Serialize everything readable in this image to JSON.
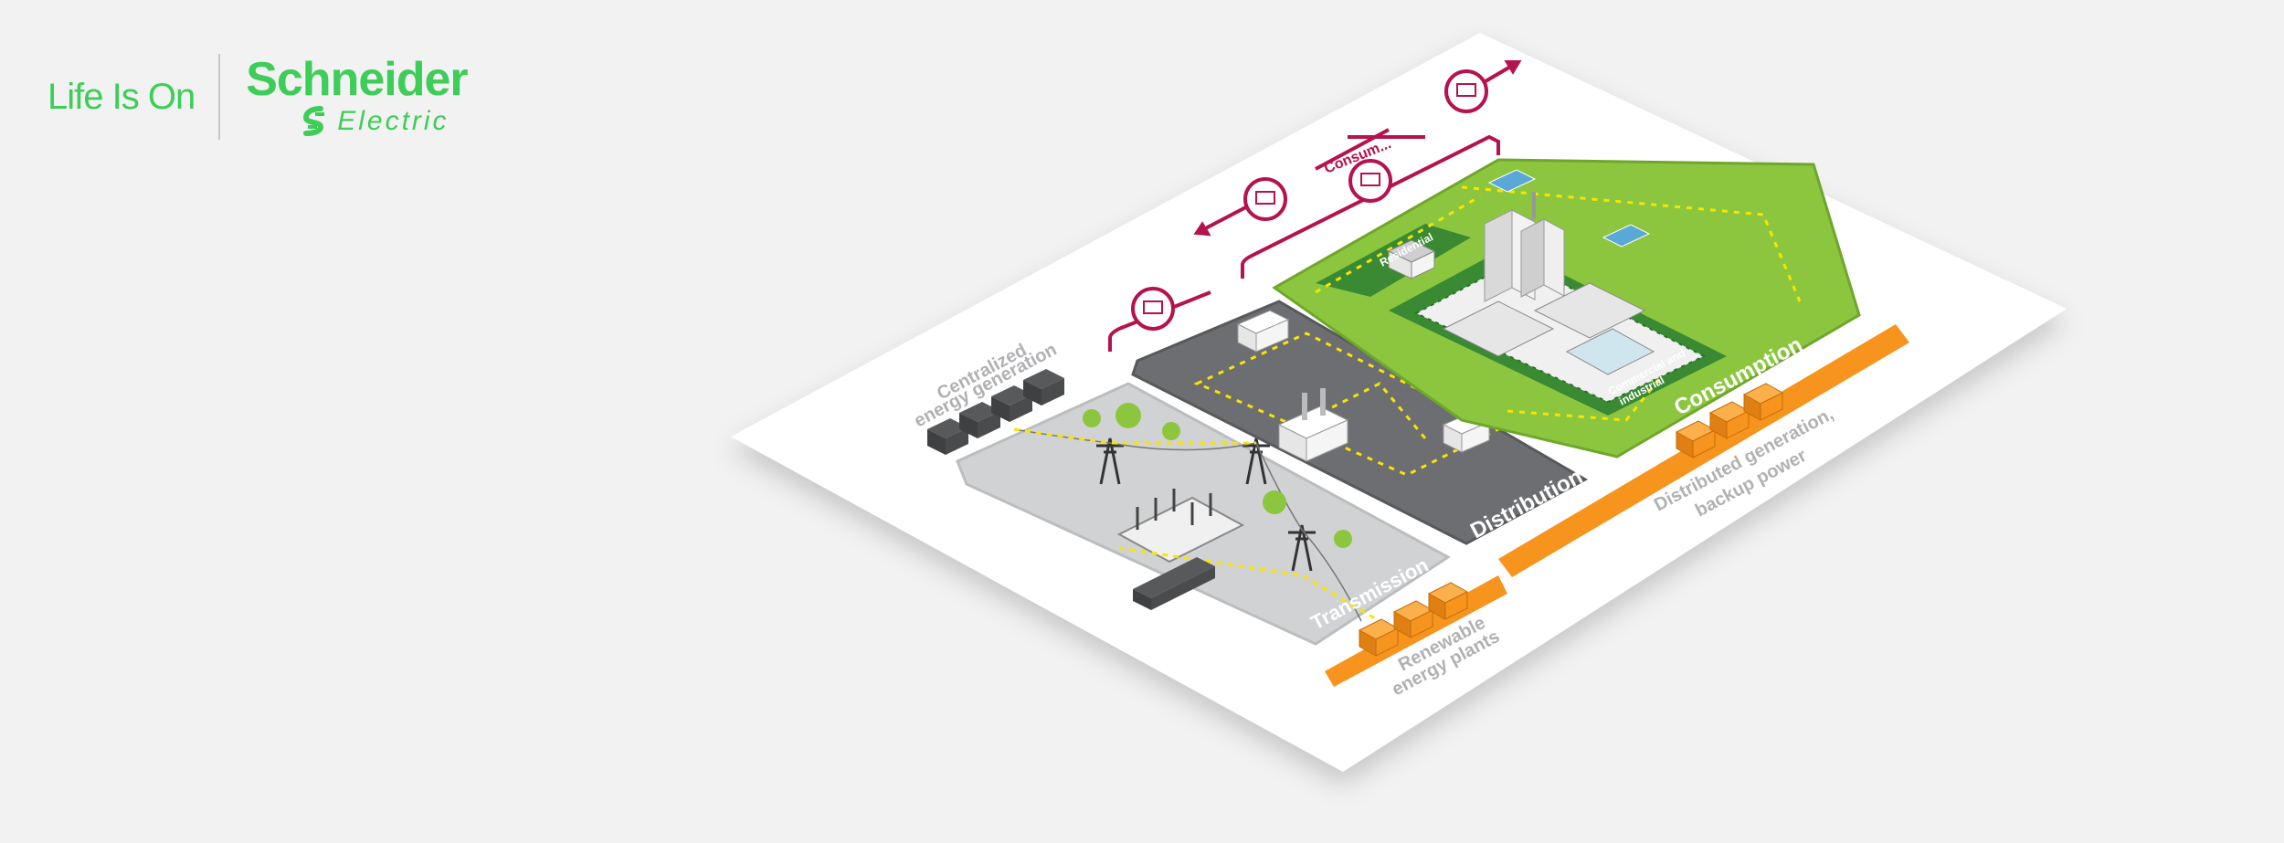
{
  "header": {
    "tagline": "Life Is On",
    "brand_name": "Schneider",
    "brand_sub": "Electric"
  },
  "diagram": {
    "labels": {
      "centralized_1": "Centralized",
      "centralized_2": "energy generation",
      "transmission": "Transmission",
      "distribution": "Distribution",
      "consumption": "Consumption",
      "renewable_1": "Renewable",
      "renewable_2": "energy plants",
      "distributed_1": "Distributed generation,",
      "distributed_2": "backup power",
      "consumer": "Consum...",
      "residential": "Residential",
      "commercial_1": "Commercial and",
      "commercial_2": "industrial"
    }
  },
  "colors": {
    "brand_green": "#3dcd58",
    "consumption_green": "#8cc63f",
    "distribution_gray": "#6d6e71",
    "transmission_gray": "#d1d2d4",
    "orange": "#f7941d",
    "crimson": "#b5124f",
    "flow_yellow": "#f7e600"
  }
}
